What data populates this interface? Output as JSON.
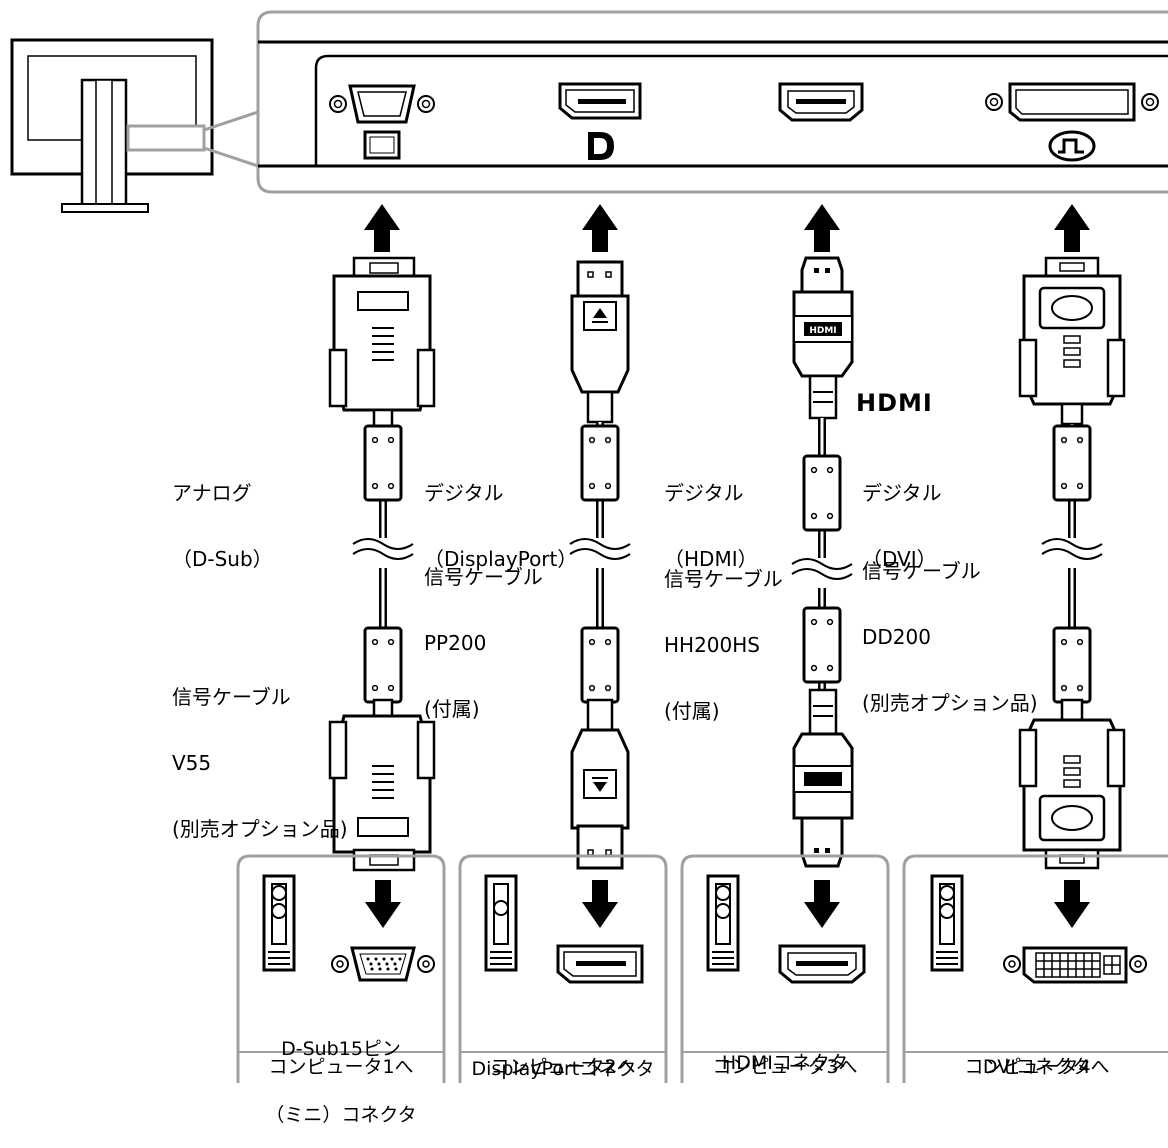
{
  "cables": [
    {
      "type_line1": "アナログ",
      "type_line2": "（D-Sub）",
      "cable_line1": "信号ケーブル",
      "cable_line2": "V55",
      "cable_line3": "(別売オプション品)"
    },
    {
      "type_line1": "デジタル",
      "type_line2": "（DisplayPort）",
      "cable_line1": "信号ケーブル",
      "cable_line2": "PP200",
      "cable_line3": "(付属)"
    },
    {
      "type_line1": "デジタル",
      "type_line2": "（HDMI）",
      "cable_line1": "信号ケーブル",
      "cable_line2": "HH200HS",
      "cable_line3": "(付属)"
    },
    {
      "type_line1": "デジタル",
      "type_line2": "（DVI）",
      "cable_line1": "信号ケーブル",
      "cable_line2": "DD200",
      "cable_line3": "(別売オプション品)"
    }
  ],
  "computers": [
    {
      "connector_line1": "D-Sub15ピン",
      "connector_line2": "（ミニ）コネクタ",
      "destination": "コンピュータ1へ"
    },
    {
      "connector_line1": "DisplayPortコネクタ",
      "connector_line2": "",
      "destination": "コンピュータ2へ"
    },
    {
      "connector_line1": "HDMIコネクタ",
      "connector_line2": "",
      "destination": "コンピュータ3へ"
    },
    {
      "connector_line1": "DVIコネクタ",
      "connector_line2": "",
      "destination": "コンピュータ4へ"
    }
  ],
  "hdmi_logo": "HDMI",
  "port_hdmi_label": "HDMI",
  "colors": {
    "frame": "#a0a0a0",
    "ink": "#000000",
    "background": "#ffffff"
  }
}
